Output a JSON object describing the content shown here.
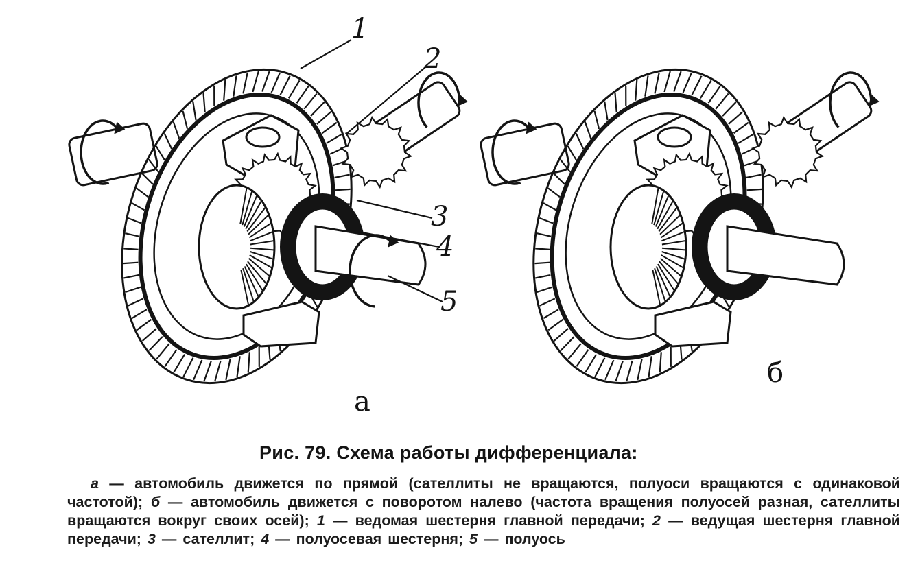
{
  "figure": {
    "callouts": [
      "1",
      "2",
      "3",
      "4",
      "5"
    ],
    "panel_labels": [
      "а",
      "б"
    ]
  },
  "caption": {
    "title": "Рис. 79. Схема работы дифференциала:",
    "body": [
      {
        "text": "а",
        "italic": true
      },
      {
        "text": " — автомобиль движется по прямой (сателлиты не вращаются, полуоси вращаются с одинаковой частотой); ",
        "italic": false
      },
      {
        "text": "б",
        "italic": true
      },
      {
        "text": " — автомобиль движется с поворотом налево (частота вращения полуосей разная, сателлиты вращаются вокруг своих осей); ",
        "italic": false
      },
      {
        "text": "1",
        "italic": true
      },
      {
        "text": " — ведомая шестерня главной передачи; ",
        "italic": false
      },
      {
        "text": "2",
        "italic": true
      },
      {
        "text": " — ведущая шестерня главной передачи; ",
        "italic": false
      },
      {
        "text": "3",
        "italic": true
      },
      {
        "text": " — сателлит; ",
        "italic": false
      },
      {
        "text": "4",
        "italic": true
      },
      {
        "text": " — полуосевая шестерня; ",
        "italic": false
      },
      {
        "text": "5",
        "italic": true
      },
      {
        "text": " — полуось",
        "italic": false
      }
    ]
  },
  "colors": {
    "ink": "#141414",
    "paper": "#ffffff"
  }
}
